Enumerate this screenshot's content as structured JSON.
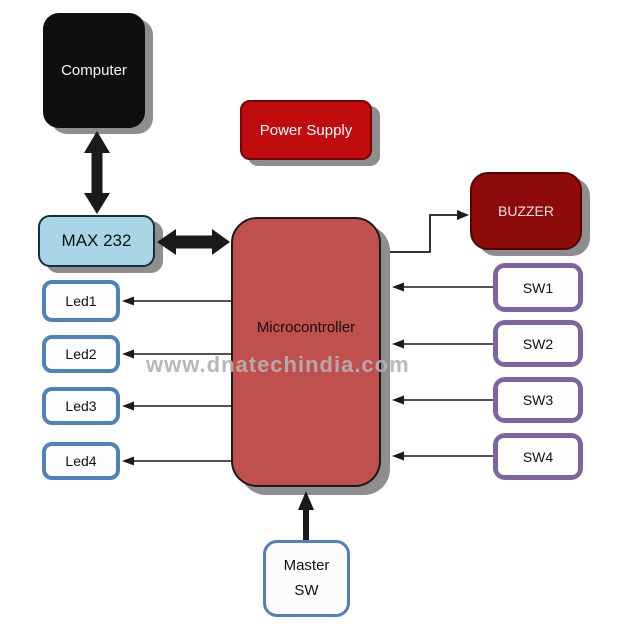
{
  "diagram": {
    "title_hint": "Microcontroller interfacing block diagram",
    "watermark": "www.dnatechindia.com",
    "nodes": {
      "computer": "Computer",
      "power_supply": "Power Supply",
      "max232": "MAX 232",
      "microcontroller": "Microcontroller",
      "buzzer": "BUZZER",
      "master_sw": {
        "line1": "Master",
        "line2": "SW"
      },
      "leds": [
        "Led1",
        "Led2",
        "Led3",
        "Led4"
      ],
      "switches": [
        "SW1",
        "SW2",
        "SW3",
        "SW4"
      ]
    },
    "colors": {
      "microcontroller_fill": "#c0504d",
      "computer_fill": "#0f0f0f",
      "power_supply_fill": "#c00c0c",
      "buzzer_fill": "#8e0b0b",
      "max232_fill": "#a9d6e6",
      "led_border": "#4f81bd",
      "switch_border": "#8064a2",
      "master_sw_border": "#4f81bd",
      "shadow": "#8e8e8e",
      "arrow": "#1a1a1a",
      "watermark": "#b2b2b2"
    },
    "connections": [
      "Computer <-> MAX 232",
      "MAX 232 <-> Microcontroller",
      "Microcontroller -> Led1",
      "Microcontroller -> Led2",
      "Microcontroller -> Led3",
      "Microcontroller -> Led4",
      "Microcontroller -> BUZZER",
      "SW1 -> Microcontroller",
      "SW2 -> Microcontroller",
      "SW3 -> Microcontroller",
      "SW4 -> Microcontroller",
      "Master SW -> Microcontroller"
    ]
  }
}
